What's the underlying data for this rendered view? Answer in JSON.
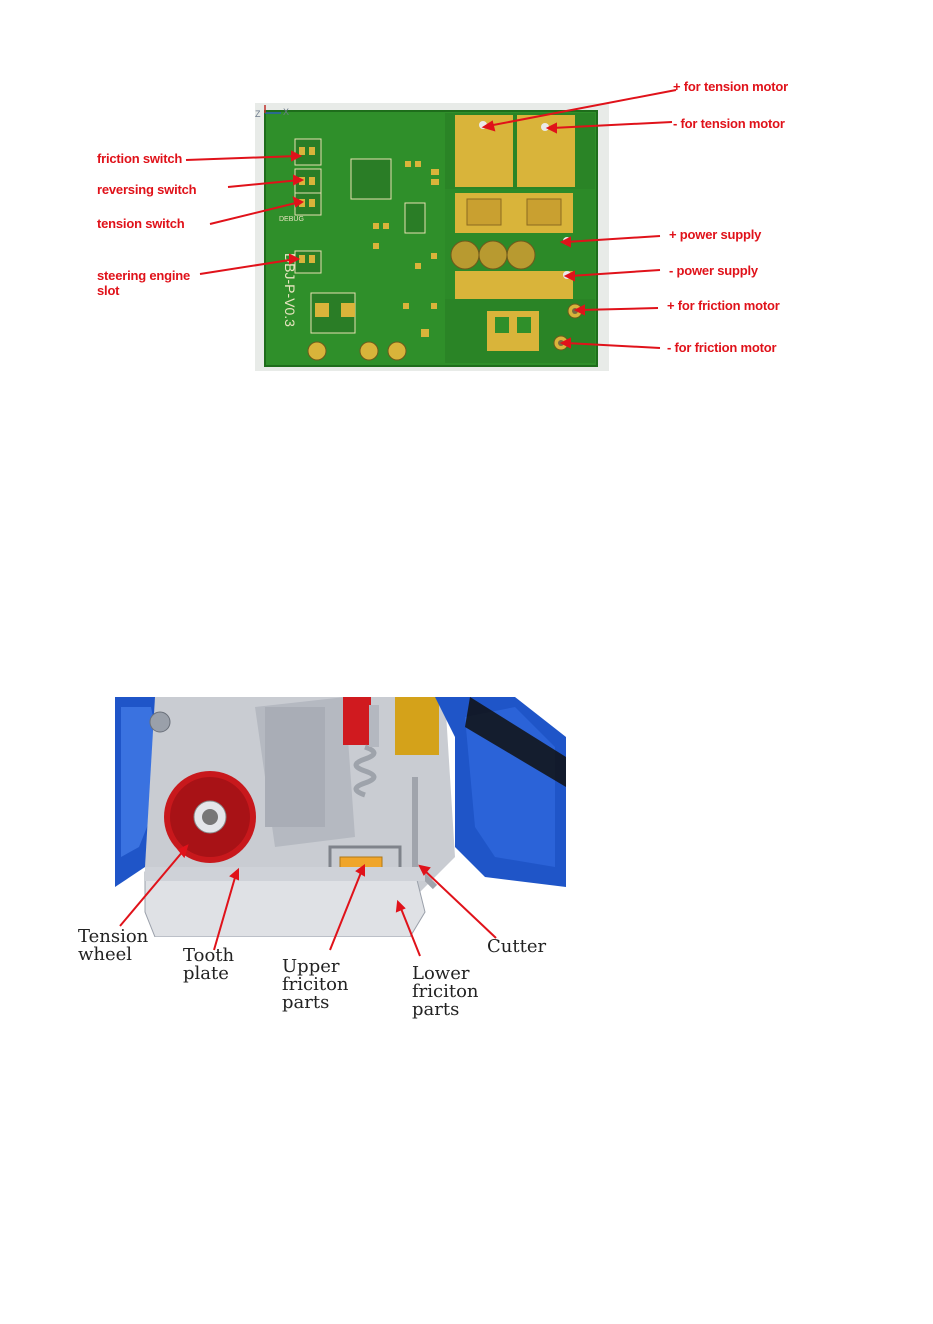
{
  "pcb_figure": {
    "labels": {
      "friction_switch": "friction  switch",
      "reversing_switch": "reversing  switch",
      "tension_switch": "tension  switch",
      "steering_engine_slot": "steering engine\nslot",
      "plus_tension_motor": "+ for tension  motor",
      "minus_tension_motor": "- for tension  motor",
      "plus_power_supply": "+   power supply",
      "minus_power_supply": "-    power supply",
      "plus_friction_motor": "+   for friction motor",
      "minus_friction_motor": "-  for friction motor"
    },
    "board_text": {
      "version": "DBJ-P-V0.3",
      "debug": "DEBUG",
      "axis_z": "Z",
      "axis_x": "X"
    },
    "colors": {
      "label": "#e0121a",
      "board": "#2f8f2a",
      "pad": "#d9b43a"
    }
  },
  "mech_figure": {
    "labels": {
      "tension_wheel": "Tension\nwheel",
      "tooth_plate": "Tooth\nplate",
      "upper_friction": "Upper\nfriciton\nparts",
      "lower_friction": "Lower\nfriciton\nparts",
      "cutter": "Cutter"
    },
    "colors": {
      "gear": "#c8181c",
      "housing": "#1f55c8",
      "friction_block": "#f0a52a",
      "arrow": "#e0121a"
    }
  }
}
